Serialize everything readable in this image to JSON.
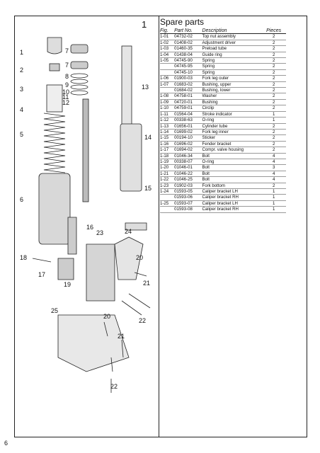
{
  "figure": {
    "number": "1",
    "callouts": [
      "1",
      "2",
      "3",
      "4",
      "5",
      "6",
      "7",
      "7",
      "8",
      "9",
      "10",
      "11",
      "12",
      "13",
      "14",
      "15",
      "16",
      "17",
      "18",
      "19",
      "20",
      "20",
      "21",
      "21",
      "22",
      "22",
      "23",
      "24",
      "25"
    ]
  },
  "spare_parts": {
    "title": "Spare parts",
    "headers": {
      "fig": "Fig.",
      "part_no": "Part No.",
      "description": "Description",
      "pieces": "Pieces"
    },
    "rows": [
      {
        "fig": "1-01",
        "part": "04732-02",
        "desc": "Top nut assembly",
        "pcs": "2"
      },
      {
        "fig": "1-02",
        "part": "01408-02",
        "desc": "Adjustment driver",
        "pcs": "2"
      },
      {
        "fig": "1-03",
        "part": "01460-35",
        "desc": "Preload tube",
        "pcs": "2"
      },
      {
        "fig": "1-04",
        "part": "01438-04",
        "desc": "Guide ring",
        "pcs": "2"
      },
      {
        "fig": "1-05",
        "part": "04745-90",
        "desc": "Spring",
        "pcs": "2"
      },
      {
        "fig": "",
        "part": "04745-95",
        "desc": "Spring",
        "pcs": "2"
      },
      {
        "fig": "",
        "part": "04745-10",
        "desc": "Spring",
        "pcs": "2"
      },
      {
        "fig": "1-06",
        "part": "01900-03",
        "desc": "Fork leg outer",
        "pcs": "2"
      },
      {
        "fig": "1-07",
        "part": "01683-02",
        "desc": "Bushing, upper",
        "pcs": "2"
      },
      {
        "fig": "",
        "part": "01684-02",
        "desc": "Bushing, lower",
        "pcs": "2"
      },
      {
        "fig": "1-08",
        "part": "04758-01",
        "desc": "Washer",
        "pcs": "2"
      },
      {
        "fig": "1-09",
        "part": "04720-01",
        "desc": "Bushing",
        "pcs": "2"
      },
      {
        "fig": "1-10",
        "part": "04759-01",
        "desc": "Circlip",
        "pcs": "2"
      },
      {
        "fig": "1-11",
        "part": "01564-04",
        "desc": "Stroke indicator",
        "pcs": "1"
      },
      {
        "fig": "1-12",
        "part": "00338-63",
        "desc": "O-ring",
        "pcs": "1"
      },
      {
        "fig": "1-13",
        "part": "01656-01",
        "desc": "Cylinder tube",
        "pcs": "2"
      },
      {
        "fig": "1-14",
        "part": "01699-02",
        "desc": "Fork leg inner",
        "pcs": "2"
      },
      {
        "fig": "1-15",
        "part": "00194-10",
        "desc": "Sticker",
        "pcs": "2"
      },
      {
        "fig": "1-16",
        "part": "01696-02",
        "desc": "Fender bracket",
        "pcs": "2"
      },
      {
        "fig": "1-17",
        "part": "01694-02",
        "desc": "Compr. valve housing",
        "pcs": "2"
      },
      {
        "fig": "1-18",
        "part": "01046-34",
        "desc": "Bolt",
        "pcs": "4"
      },
      {
        "fig": "1-19",
        "part": "00338-07",
        "desc": "O-ring",
        "pcs": "4"
      },
      {
        "fig": "1-20",
        "part": "01046-01",
        "desc": "Bolt",
        "pcs": "3"
      },
      {
        "fig": "1-21",
        "part": "01046-22",
        "desc": "Bolt",
        "pcs": "4"
      },
      {
        "fig": "1-22",
        "part": "01046-25",
        "desc": "Bolt",
        "pcs": "4"
      },
      {
        "fig": "1-23",
        "part": "01902-03",
        "desc": "Fork bottom",
        "pcs": "2"
      },
      {
        "fig": "1-24",
        "part": "01593-05",
        "desc": "Caliper bracket LH",
        "pcs": "1"
      },
      {
        "fig": "",
        "part": "01593-06",
        "desc": "Caliper bracket RH",
        "pcs": "1"
      },
      {
        "fig": "1-25",
        "part": "01593-07",
        "desc": "Caliper bracket LH",
        "pcs": "1"
      },
      {
        "fig": "",
        "part": "01593-08",
        "desc": "Caliper bracket RH",
        "pcs": "1"
      }
    ]
  },
  "page_number": "6"
}
